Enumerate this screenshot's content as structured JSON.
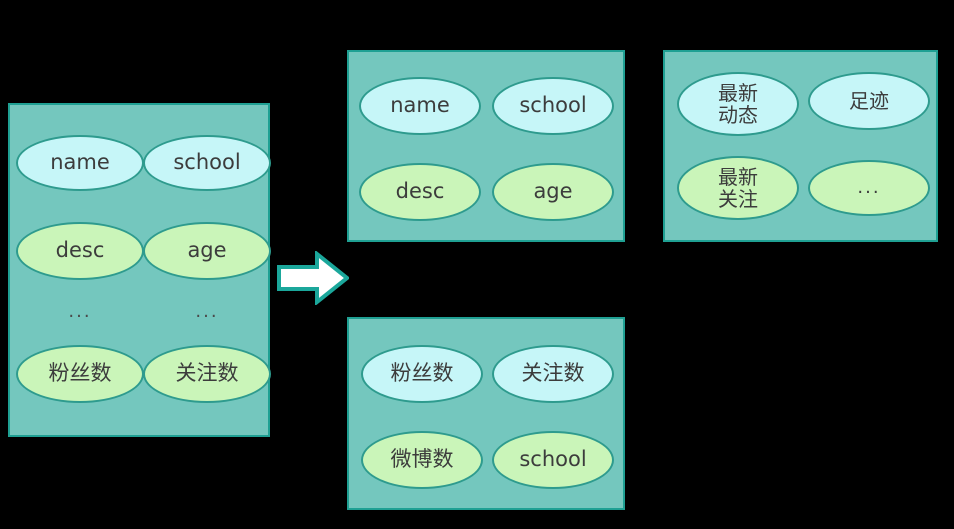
{
  "diagram": {
    "type": "grouped-entity-split-diagram",
    "background_color": "#000000",
    "group_fill": "#74C7BE",
    "group_border": "#1FA093",
    "node_fill_cyan": "#C6F6F8",
    "node_fill_green": "#CAF5B9",
    "node_border": "#2E9B8E",
    "text_color": "#3C3C3C",
    "arrow": {
      "name": "right-block-arrow",
      "fill": "#FFFFFF",
      "stroke": "#1BA79B",
      "direction": "right"
    },
    "groups": [
      {
        "id": "source-group",
        "label": "source-entity-group",
        "nodes": [
          {
            "text": "name",
            "color": "cyan",
            "row": 0,
            "col": 0
          },
          {
            "text": "school",
            "color": "cyan",
            "row": 0,
            "col": 1
          },
          {
            "text": "desc",
            "color": "green",
            "row": 1,
            "col": 0
          },
          {
            "text": "age",
            "color": "green",
            "row": 1,
            "col": 1
          },
          {
            "text": "粉丝数",
            "color": "green",
            "row": 3,
            "col": 0
          },
          {
            "text": "关注数",
            "color": "green",
            "row": 3,
            "col": 1
          }
        ],
        "plain_text": [
          {
            "text": "...",
            "row": 2,
            "col": 0
          },
          {
            "text": "...",
            "row": 2,
            "col": 1
          }
        ]
      },
      {
        "id": "target-group-1",
        "label": "split-group-profile",
        "nodes": [
          {
            "text": "name",
            "color": "cyan",
            "row": 0,
            "col": 0
          },
          {
            "text": "school",
            "color": "cyan",
            "row": 0,
            "col": 1
          },
          {
            "text": "desc",
            "color": "green",
            "row": 1,
            "col": 0
          },
          {
            "text": "age",
            "color": "green",
            "row": 1,
            "col": 1
          }
        ],
        "plain_text": []
      },
      {
        "id": "target-group-2",
        "label": "split-group-activity",
        "nodes": [
          {
            "text": "最新\n动态",
            "color": "cyan",
            "row": 0,
            "col": 0
          },
          {
            "text": "足迹",
            "color": "cyan",
            "row": 0,
            "col": 1
          },
          {
            "text": "最新\n关注",
            "color": "green",
            "row": 1,
            "col": 0
          },
          {
            "text": "...",
            "color": "green",
            "row": 1,
            "col": 1
          }
        ],
        "plain_text": []
      },
      {
        "id": "target-group-3",
        "label": "split-group-stats",
        "nodes": [
          {
            "text": "粉丝数",
            "color": "cyan",
            "row": 0,
            "col": 0
          },
          {
            "text": "关注数",
            "color": "cyan",
            "row": 0,
            "col": 1
          },
          {
            "text": "微博数",
            "color": "green",
            "row": 1,
            "col": 0
          },
          {
            "text": "school",
            "color": "green",
            "row": 1,
            "col": 1
          }
        ],
        "plain_text": []
      }
    ]
  }
}
